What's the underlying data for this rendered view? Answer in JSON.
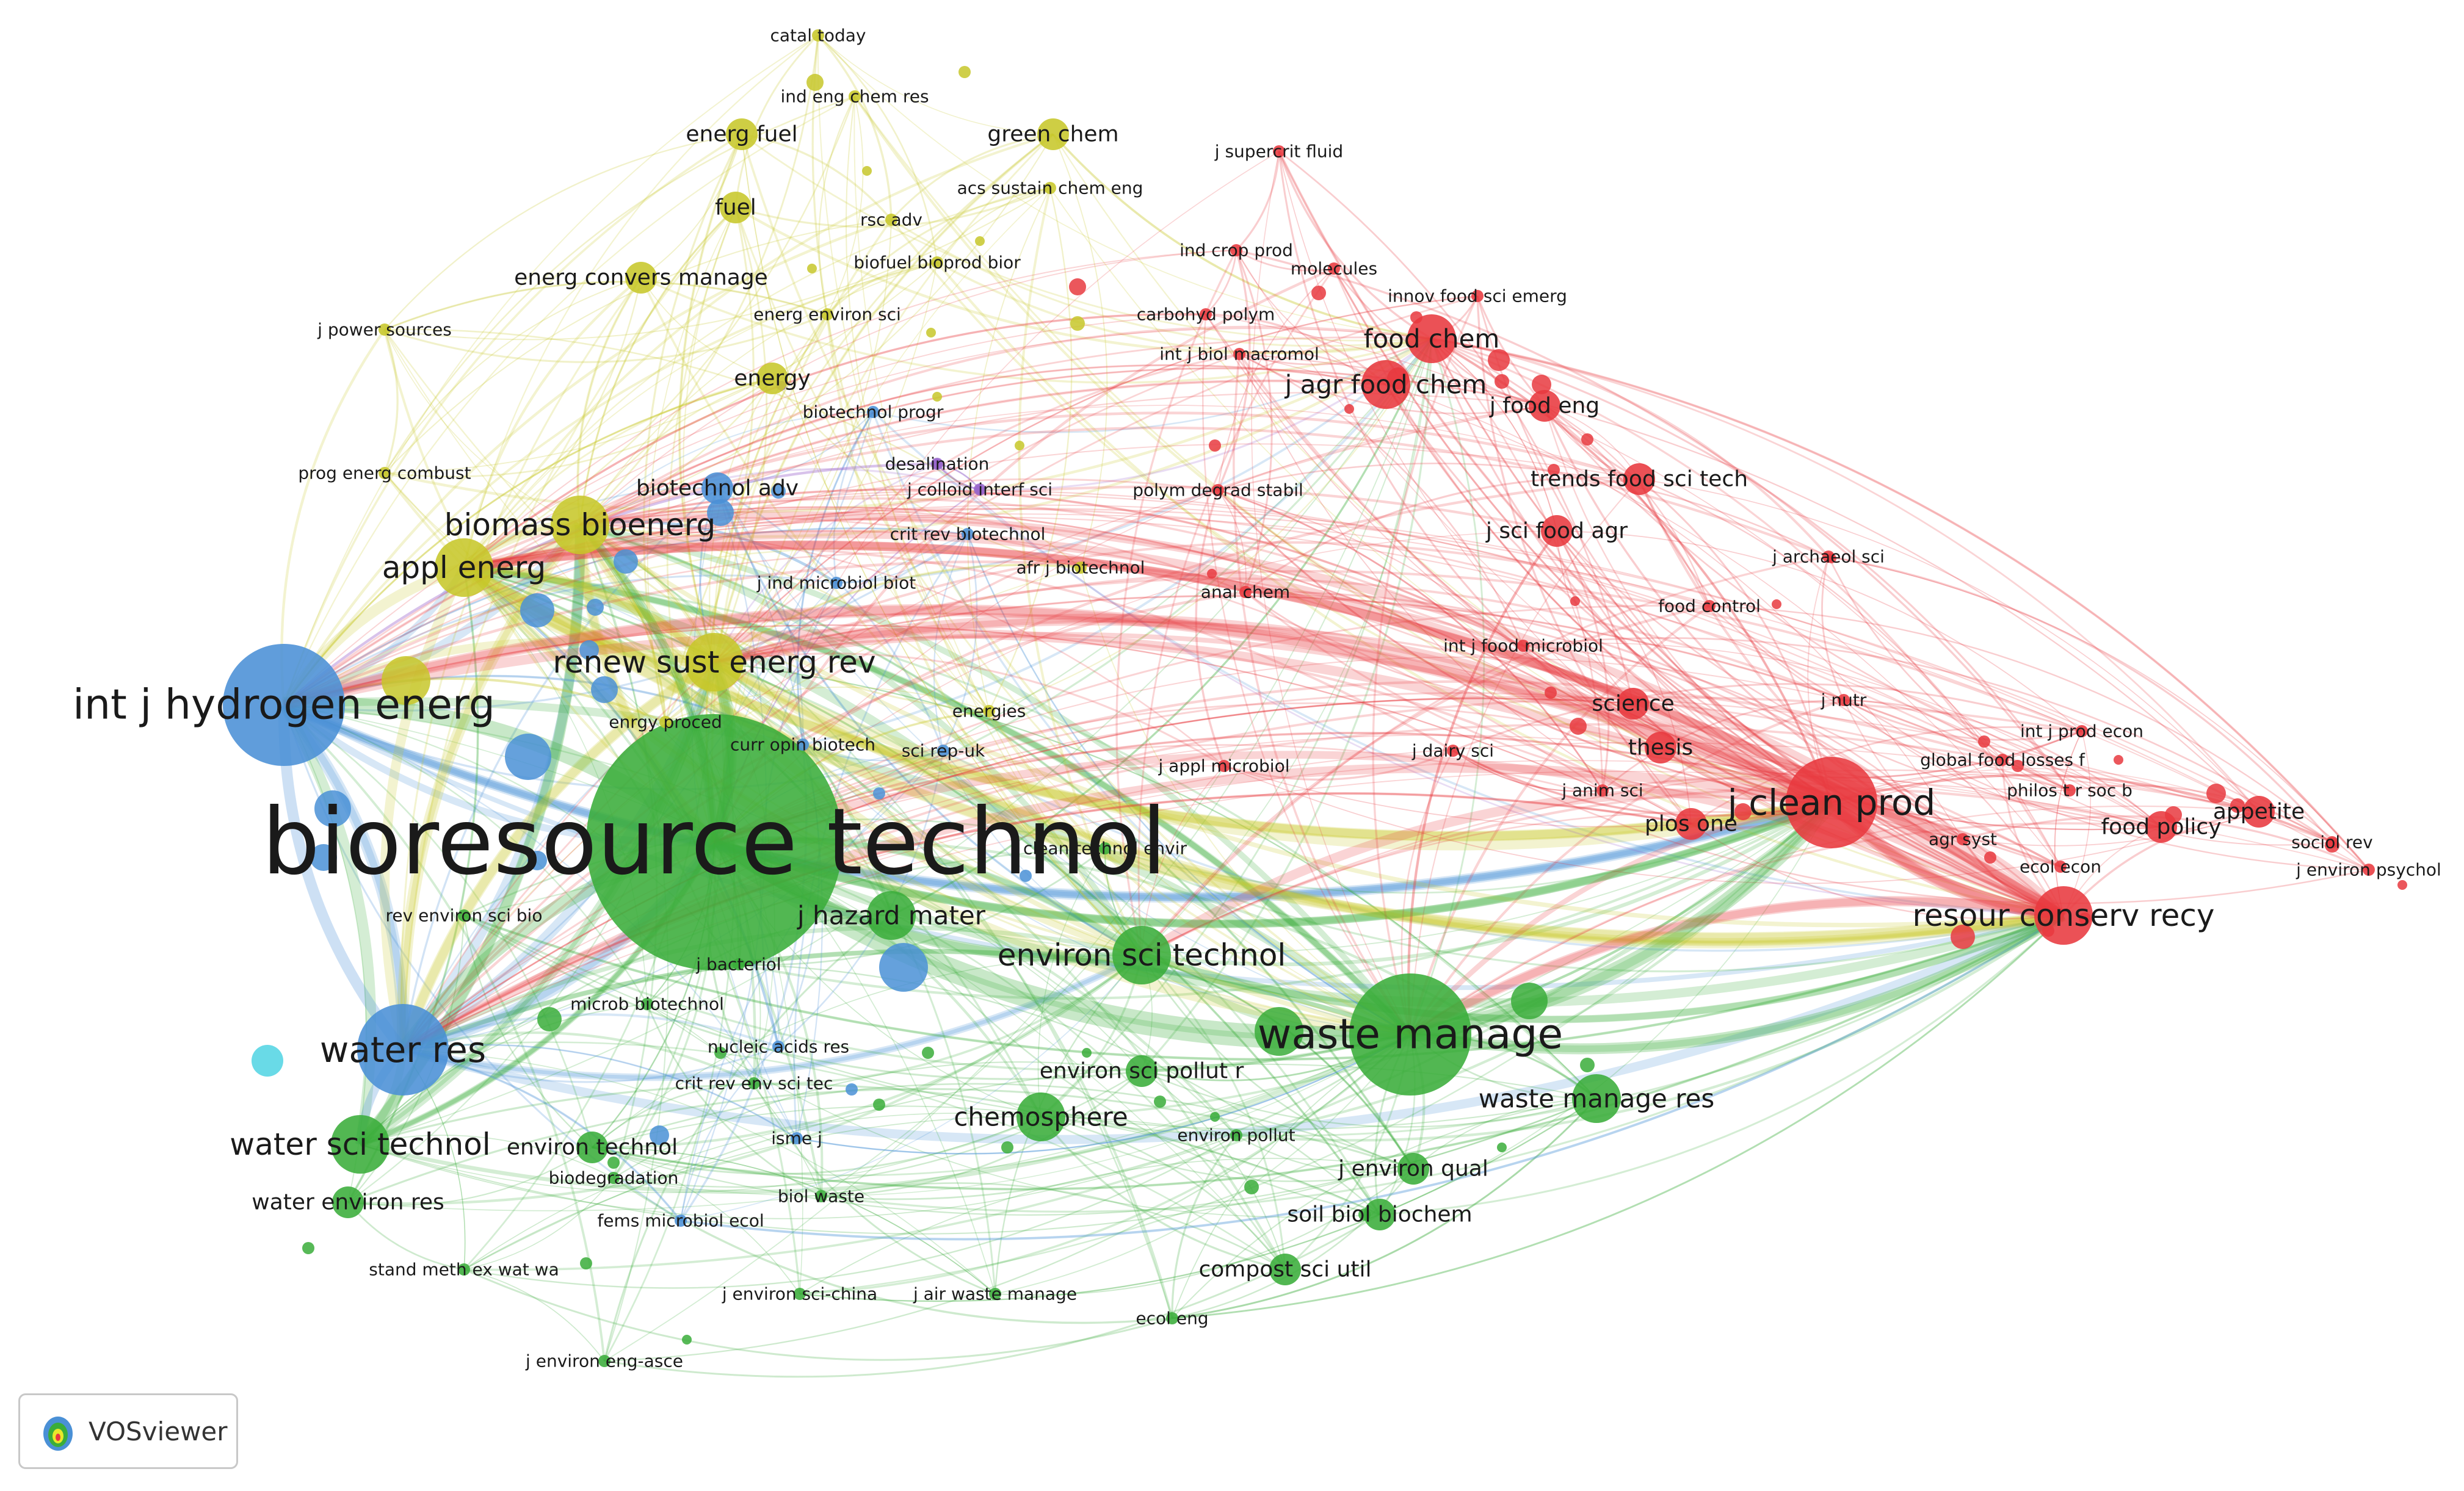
{
  "app_logo_text": "VOSviewer",
  "cluster_colors": {
    "red": "#e8393f",
    "green": "#3aad3a",
    "blue": "#4a90d6",
    "yellow": "#c7c72a",
    "cyan": "#4fd4e3",
    "purple": "#9966cc"
  },
  "nodes": [
    {
      "label": "bioresource technol",
      "cluster": "green",
      "size": 10
    },
    {
      "label": "waste manage",
      "cluster": "green",
      "size": 6
    },
    {
      "label": "int j hydrogen energ",
      "cluster": "blue",
      "size": 6
    },
    {
      "label": "water res",
      "cluster": "blue",
      "size": 5
    },
    {
      "label": "water sci technol",
      "cluster": "green",
      "size": 4
    },
    {
      "label": "environ sci technol",
      "cluster": "green",
      "size": 4
    },
    {
      "label": "j hazard mater",
      "cluster": "green",
      "size": 3
    },
    {
      "label": "chemosphere",
      "cluster": "green",
      "size": 3
    },
    {
      "label": "waste manage res",
      "cluster": "green",
      "size": 3
    },
    {
      "label": "environ sci pollut r",
      "cluster": "green",
      "size": 2
    },
    {
      "label": "environ technol",
      "cluster": "green",
      "size": 2
    },
    {
      "label": "water environ res",
      "cluster": "green",
      "size": 2
    },
    {
      "label": "j environ qual",
      "cluster": "green",
      "size": 2
    },
    {
      "label": "soil biol biochem",
      "cluster": "green",
      "size": 2
    },
    {
      "label": "compost sci util",
      "cluster": "green",
      "size": 2
    },
    {
      "label": "biodegradation",
      "cluster": "green",
      "size": 1
    },
    {
      "label": "biol waste",
      "cluster": "green",
      "size": 1
    },
    {
      "label": "j environ sci-china",
      "cluster": "green",
      "size": 1
    },
    {
      "label": "j air waste manage",
      "cluster": "green",
      "size": 1
    },
    {
      "label": "ecol eng",
      "cluster": "green",
      "size": 1
    },
    {
      "label": "j environ eng-asce",
      "cluster": "green",
      "size": 1
    },
    {
      "label": "stand meth ex wat wa",
      "cluster": "green",
      "size": 1
    },
    {
      "label": "environ pollut",
      "cluster": "green",
      "size": 1
    },
    {
      "label": "clean technol envir",
      "cluster": "green",
      "size": 1
    },
    {
      "label": "j bacteriol",
      "cluster": "green",
      "size": 1
    },
    {
      "label": "microb biotechnol",
      "cluster": "green",
      "size": 1
    },
    {
      "label": "crit rev env sci tec",
      "cluster": "green",
      "size": 1
    },
    {
      "label": "rev environ sci bio",
      "cluster": "green",
      "size": 1
    },
    {
      "label": "nucleic acids res",
      "cluster": "blue",
      "size": 1
    },
    {
      "label": "fems microbiol ecol",
      "cluster": "blue",
      "size": 1
    },
    {
      "label": "isme j",
      "cluster": "blue",
      "size": 1
    },
    {
      "label": "biotechnol adv",
      "cluster": "blue",
      "size": 2
    },
    {
      "label": "biotechnol progr",
      "cluster": "blue",
      "size": 1
    },
    {
      "label": "j ind microbiol biot",
      "cluster": "blue",
      "size": 1
    },
    {
      "label": "curr opin biotech",
      "cluster": "blue",
      "size": 1
    },
    {
      "label": "sci rep-uk",
      "cluster": "blue",
      "size": 1
    },
    {
      "label": "crit rev biotechnol",
      "cluster": "blue",
      "size": 1
    },
    {
      "label": "energies",
      "cluster": "yellow",
      "size": 1
    },
    {
      "label": "renew sust energ rev",
      "cluster": "yellow",
      "size": 4
    },
    {
      "label": "appl energ",
      "cluster": "yellow",
      "size": 4
    },
    {
      "label": "biomass bioenerg",
      "cluster": "yellow",
      "size": 4
    },
    {
      "label": "energy",
      "cluster": "yellow",
      "size": 2
    },
    {
      "label": "energ convers manage",
      "cluster": "yellow",
      "size": 2
    },
    {
      "label": "fuel",
      "cluster": "yellow",
      "size": 2
    },
    {
      "label": "energ fuel",
      "cluster": "yellow",
      "size": 2
    },
    {
      "label": "ind eng chem res",
      "cluster": "yellow",
      "size": 1
    },
    {
      "label": "green chem",
      "cluster": "yellow",
      "size": 2
    },
    {
      "label": "catal today",
      "cluster": "yellow",
      "size": 1
    },
    {
      "label": "rsc adv",
      "cluster": "yellow",
      "size": 1
    },
    {
      "label": "acs sustain chem eng",
      "cluster": "yellow",
      "size": 1
    },
    {
      "label": "biofuel bioprod bior",
      "cluster": "yellow",
      "size": 1
    },
    {
      "label": "energ environ sci",
      "cluster": "yellow",
      "size": 1
    },
    {
      "label": "j power sources",
      "cluster": "yellow",
      "size": 1
    },
    {
      "label": "prog energ combust",
      "cluster": "yellow",
      "size": 1
    },
    {
      "label": "enrgy proced",
      "cluster": "yellow",
      "size": 1
    },
    {
      "label": "desalination",
      "cluster": "purple",
      "size": 1
    },
    {
      "label": "j colloid interf sci",
      "cluster": "purple",
      "size": 1
    },
    {
      "label": "afr j biotechnol",
      "cluster": "yellow",
      "size": 1
    },
    {
      "label": "j clean prod",
      "cluster": "red",
      "size": 5
    },
    {
      "label": "resour conserv recy",
      "cluster": "red",
      "size": 4
    },
    {
      "label": "food chem",
      "cluster": "red",
      "size": 3
    },
    {
      "label": "j agr food chem",
      "cluster": "red",
      "size": 3
    },
    {
      "label": "food policy",
      "cluster": "red",
      "size": 2
    },
    {
      "label": "appetite",
      "cluster": "red",
      "size": 2
    },
    {
      "label": "j food eng",
      "cluster": "red",
      "size": 2
    },
    {
      "label": "trends food sci tech",
      "cluster": "red",
      "size": 2
    },
    {
      "label": "j sci food agr",
      "cluster": "red",
      "size": 2
    },
    {
      "label": "science",
      "cluster": "red",
      "size": 2
    },
    {
      "label": "thesis",
      "cluster": "red",
      "size": 2
    },
    {
      "label": "plos one",
      "cluster": "red",
      "size": 2
    },
    {
      "label": "j anim sci",
      "cluster": "red",
      "size": 1
    },
    {
      "label": "j dairy sci",
      "cluster": "red",
      "size": 1
    },
    {
      "label": "j appl microbiol",
      "cluster": "red",
      "size": 1
    },
    {
      "label": "int j food microbiol",
      "cluster": "red",
      "size": 1
    },
    {
      "label": "anal chem",
      "cluster": "red",
      "size": 1
    },
    {
      "label": "polym degrad stabil",
      "cluster": "red",
      "size": 1
    },
    {
      "label": "int j biol macromol",
      "cluster": "red",
      "size": 1
    },
    {
      "label": "carbohyd polym",
      "cluster": "red",
      "size": 1
    },
    {
      "label": "ind crop prod",
      "cluster": "red",
      "size": 1
    },
    {
      "label": "molecules",
      "cluster": "red",
      "size": 1
    },
    {
      "label": "innov food sci emerg",
      "cluster": "red",
      "size": 1
    },
    {
      "label": "j supercrit fluid",
      "cluster": "red",
      "size": 1
    },
    {
      "label": "food control",
      "cluster": "red",
      "size": 1
    },
    {
      "label": "j archaeol sci",
      "cluster": "red",
      "size": 1
    },
    {
      "label": "j nutr",
      "cluster": "red",
      "size": 1
    },
    {
      "label": "int j prod econ",
      "cluster": "red",
      "size": 1
    },
    {
      "label": "global food losses f",
      "cluster": "red",
      "size": 1
    },
    {
      "label": "philos t r soc b",
      "cluster": "red",
      "size": 1
    },
    {
      "label": "agr syst",
      "cluster": "red",
      "size": 1
    },
    {
      "label": "ecol econ",
      "cluster": "red",
      "size": 1
    },
    {
      "label": "sociol rev",
      "cluster": "red",
      "size": 1
    },
    {
      "label": "j environ psychol",
      "cluster": "red",
      "size": 1
    }
  ]
}
